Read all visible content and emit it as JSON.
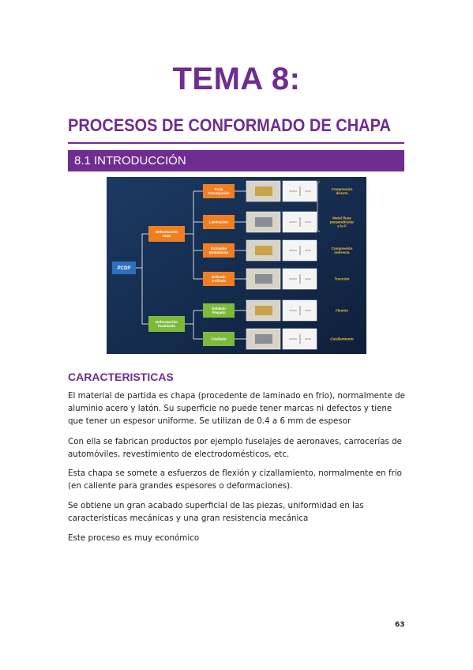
{
  "title": "TEMA 8:",
  "subtitle": "PROCESOS DE CONFORMADO DE CHAPA",
  "section": "8.1 INTRODUCCIÓN",
  "diagram": {
    "root": "PCDP",
    "groups": [
      {
        "label": "Deformación total",
        "color": "#f07f21"
      },
      {
        "label": "Deformación localizada",
        "color": "#7dba3c"
      }
    ],
    "processes": [
      {
        "label": "Forja Estampación",
        "type": "Compresión directa",
        "color": "#f07f21"
      },
      {
        "label": "Laminación",
        "type": "Metal fluye perpendicular a la F",
        "color": "#f07f21"
      },
      {
        "label": "Extrusión Embutición",
        "type": "Compresión indirecta",
        "color": "#f07f21"
      },
      {
        "label": "Estirado Trefilado",
        "type": "Tracción",
        "color": "#f07f21"
      },
      {
        "label": "Doblado Plegado",
        "type": "Flexión",
        "color": "#7dba3c"
      },
      {
        "label": "Cizallado",
        "type": "Cizallamiento",
        "color": "#7dba3c"
      }
    ],
    "root_color": "#2f6fc0",
    "type_color": "#f5c342"
  },
  "heading": "CARACTERISTICAS",
  "paragraphs": [
    "El material de partida es chapa (procedente de laminado en frio), normalmente de aluminio acero y latón. Su superficie no puede tener marcas ni defectos y tiene que tener un espesor uniforme. Se utilizan de 0.4 a 6 mm de espesor",
    "Con ella se fabrican productos por ejemplo fuselajes de aeronaves, carrocerías de automóviles, revestimiento de electrodomésticos, etc.",
    "Esta chapa se somete a esfuerzos de flexión y cizallamiento, normalmente en frio (en caliente para grandes espesores o deformaciones).",
    "Se obtiene un gran acabado superficial de las piezas, uniformidad en las características mecánicas y una gran resistencia mecánica",
    "Este proceso es muy económico"
  ],
  "page_number": "63",
  "colors": {
    "accent": "#6f2c91"
  }
}
